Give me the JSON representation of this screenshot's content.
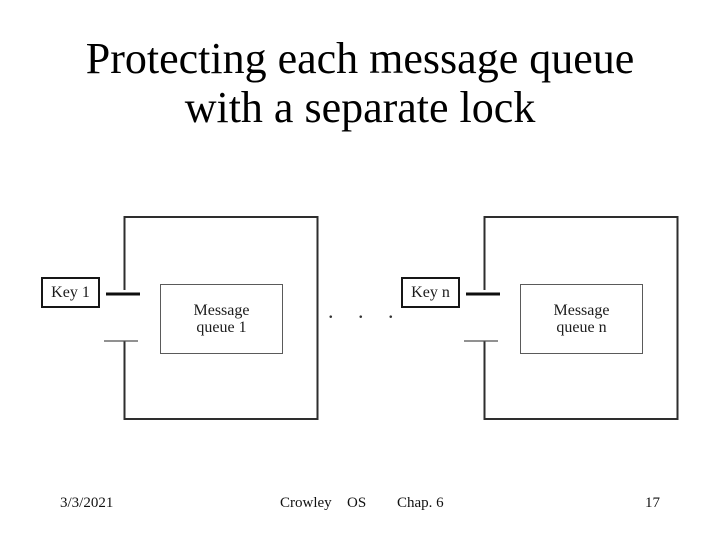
{
  "slide": {
    "title": "Protecting each message queue with a separate lock",
    "background_color": "#ffffff",
    "text_color": "#000000"
  },
  "diagrams": [
    {
      "key_label": "Key 1",
      "queue_label": "Message queue 1"
    },
    {
      "key_label": "Key n",
      "queue_label": "Message queue n"
    }
  ],
  "ellipsis": ". . .",
  "colors": {
    "container_stroke": "#2e2e2e",
    "lock_line": "#0f0f0f",
    "lower_gate_line": "#4f4f4f",
    "inner_box_stroke": "#5a5a5a"
  },
  "footer": {
    "date": "3/3/2021",
    "author": "Crowley",
    "course": "OS",
    "chapter": "Chap. 6",
    "page_number": "17"
  }
}
